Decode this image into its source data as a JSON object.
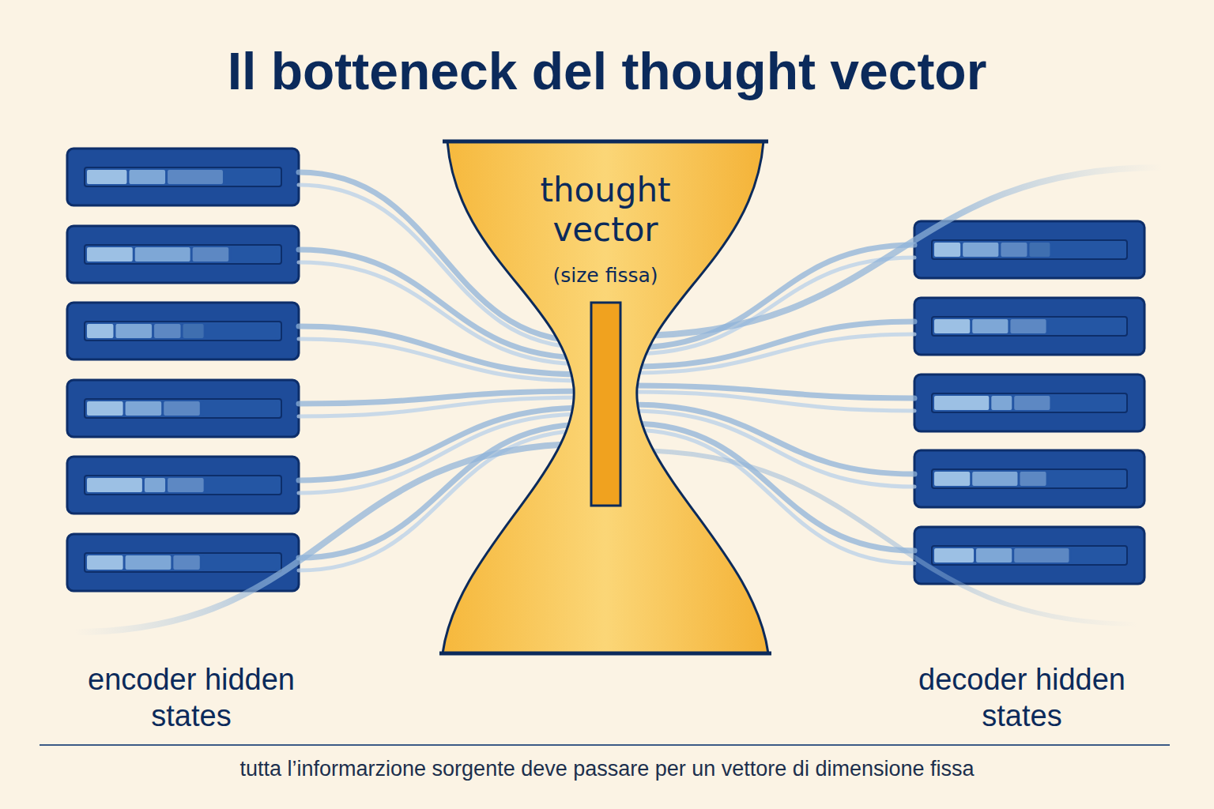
{
  "diagram": {
    "title": "Il botteneck del thought vector",
    "caption": "tutta l’informarzione sorgente deve passare per un vettore di dimensione fissa",
    "nodes": [
      {
        "text": [
          "thought vector",
          "(size fissa)"
        ]
      }
    ],
    "labels": [
      "encoder hidden states",
      "decoder hidden states"
    ]
  }
}
